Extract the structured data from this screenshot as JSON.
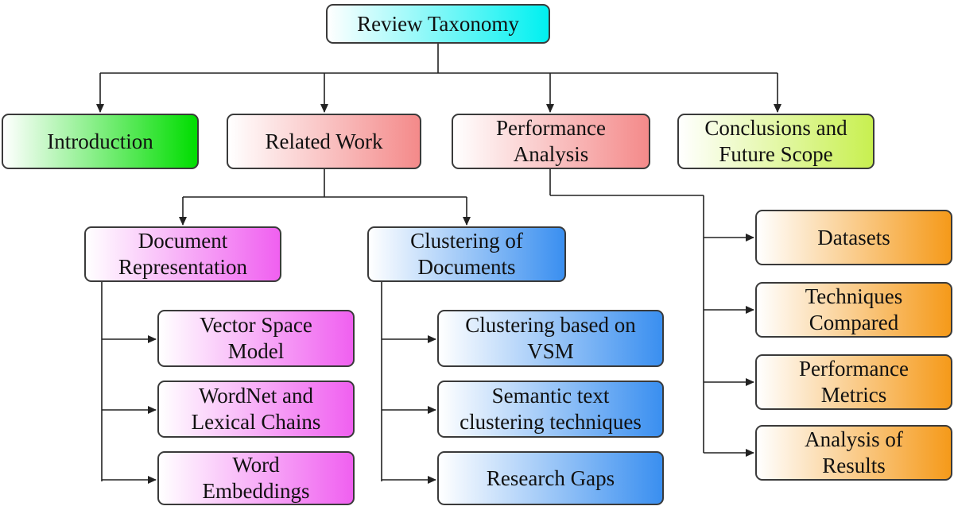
{
  "root": {
    "label": "Review Taxonomy",
    "color": "#00f0f0"
  },
  "sections": [
    {
      "label": "Introduction",
      "color": "#00dd00"
    },
    {
      "label": "Related Work",
      "color": "#f48a8a"
    },
    {
      "label": "Performance\nAnalysis",
      "color": "#f48a8a"
    },
    {
      "label": "Conclusions and\nFuture Scope",
      "color": "#c8f050"
    }
  ],
  "related_work": [
    {
      "label": "Document\nRepresentation",
      "color": "#f060f0",
      "children": [
        "Vector Space\nModel",
        "WordNet and\nLexical Chains",
        "Word\nEmbeddings"
      ]
    },
    {
      "label": "Clustering of\nDocuments",
      "color": "#3a8ff0",
      "children": [
        "Clustering based on\nVSM",
        "Semantic text\nclustering techniques",
        "Research Gaps"
      ]
    }
  ],
  "performance_analysis": {
    "color": "#f59a1a",
    "children": [
      "Datasets",
      "Techniques\nCompared",
      "Performance\nMetrics",
      "Analysis of\nResults"
    ]
  }
}
